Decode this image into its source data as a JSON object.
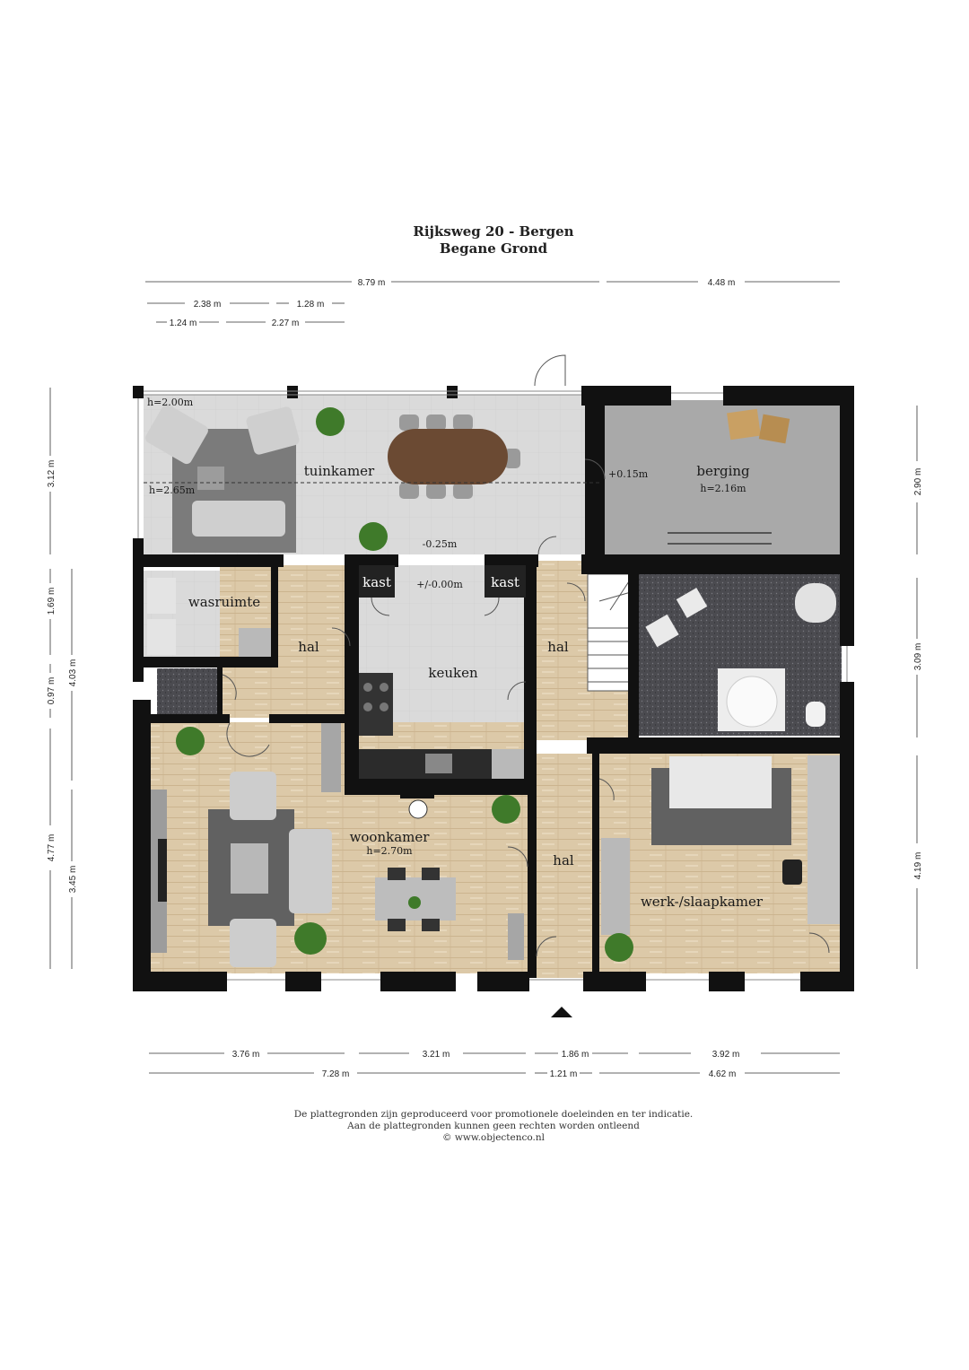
{
  "header": {
    "address": "Rijksweg 20 - Bergen",
    "floor": "Begane Grond"
  },
  "rooms": {
    "tuinkamer": "tuinkamer",
    "berging": "berging",
    "berging_height": "h=2.16m",
    "berging_level": "+0.15m",
    "wasruimte": "wasruimte",
    "hal_1": "hal",
    "hal_2": "hal",
    "hal_3": "hal",
    "kast_1": "kast",
    "kast_2": "kast",
    "keuken": "keuken",
    "keuken_level": "+/-0.00m",
    "woonkamer": "woonkamer",
    "woonkamer_height": "h=2.70m",
    "werk_slaapkamer": "werk-/slaapkamer"
  },
  "annotations": {
    "tuinkamer_h_left_top": "h=2.00m",
    "tuinkamer_h_left_bottom": "h=2.65m",
    "tuinkamer_level": "-0.25m"
  },
  "dimensions": {
    "top_total_left": "8.79 m",
    "top_total_right": "4.48 m",
    "top_row2_a": "2.38 m",
    "top_row2_b": "1.28 m",
    "top_row3_a": "1.24 m",
    "top_row3_b": "2.27 m",
    "left_a": "3.12 m",
    "left_b": "1.69 m",
    "left_c": "0.97 m",
    "left_d": "4.77 m",
    "left_inner_a": "4.03 m",
    "left_inner_b": "3.45 m",
    "right_a": "2.90 m",
    "right_b": "3.09 m",
    "right_c": "4.19 m",
    "bottom_row1_a": "3.76 m",
    "bottom_row1_b": "3.21 m",
    "bottom_row1_c": "1.86 m",
    "bottom_row1_d": "3.92 m",
    "bottom_row2_a": "7.28 m",
    "bottom_row2_b": "1.21 m",
    "bottom_row2_c": "4.62 m"
  },
  "footer": {
    "line1": "De plattegronden zijn geproduceerd voor promotionele doeleinden en ter indicatie.",
    "line2": "Aan de plattegronden kunnen geen rechten worden ontleend",
    "line3": "© www.objectenco.nl"
  },
  "colors": {
    "wall": "#111111",
    "tile": "#d9d9d9",
    "wood": "#dcc9a8",
    "dark_floor": "#4a4a4e",
    "berging_floor": "#a8a8a8",
    "rug": "#6b6b6b",
    "plant": "#3f7a2a",
    "table": "#6b4a33"
  }
}
